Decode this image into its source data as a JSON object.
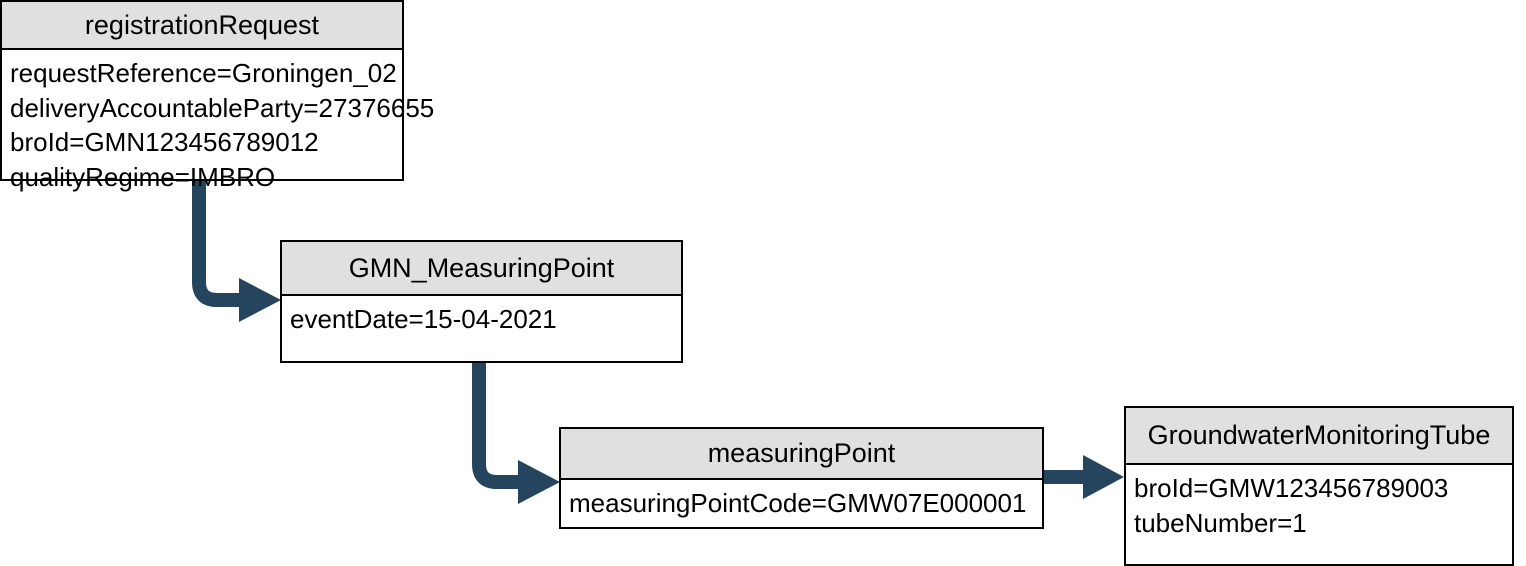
{
  "diagram": {
    "type": "object-instance-diagram",
    "background_color": "#ffffff",
    "border_color": "#000000",
    "header_fill": "#e0e0e0",
    "connector_color": "#25455e"
  },
  "nodes": [
    {
      "id": "registrationRequest",
      "title": "registrationRequest",
      "attributes": [
        "requestReference=Groningen_02",
        "deliveryAccountableParty=27376655",
        "broId=GMN123456789012",
        "qualityRegime=IMBRO"
      ]
    },
    {
      "id": "GMN_MeasuringPoint",
      "title": "GMN_MeasuringPoint",
      "attributes": [
        "eventDate=15-04-2021"
      ]
    },
    {
      "id": "measuringPoint",
      "title": "measuringPoint",
      "attributes": [
        "measuringPointCode=GMW07E000001"
      ]
    },
    {
      "id": "GroundwaterMonitoringTube",
      "title": "GroundwaterMonitoringTube",
      "attributes": [
        "broId=GMW123456789003",
        "tubeNumber=1"
      ]
    }
  ],
  "connectors": [
    {
      "id": "registrationRequest-to-GMN_MeasuringPoint",
      "from": "registrationRequest",
      "to": "GMN_MeasuringPoint",
      "style": "elbow-down-right",
      "arrowhead": "solid-triangle"
    },
    {
      "id": "GMN_MeasuringPoint-to-measuringPoint",
      "from": "GMN_MeasuringPoint",
      "to": "measuringPoint",
      "style": "elbow-down-right",
      "arrowhead": "solid-triangle"
    },
    {
      "id": "measuringPoint-to-GroundwaterMonitoringTube",
      "from": "measuringPoint",
      "to": "GroundwaterMonitoringTube",
      "style": "straight-right",
      "arrowhead": "solid-triangle"
    }
  ]
}
